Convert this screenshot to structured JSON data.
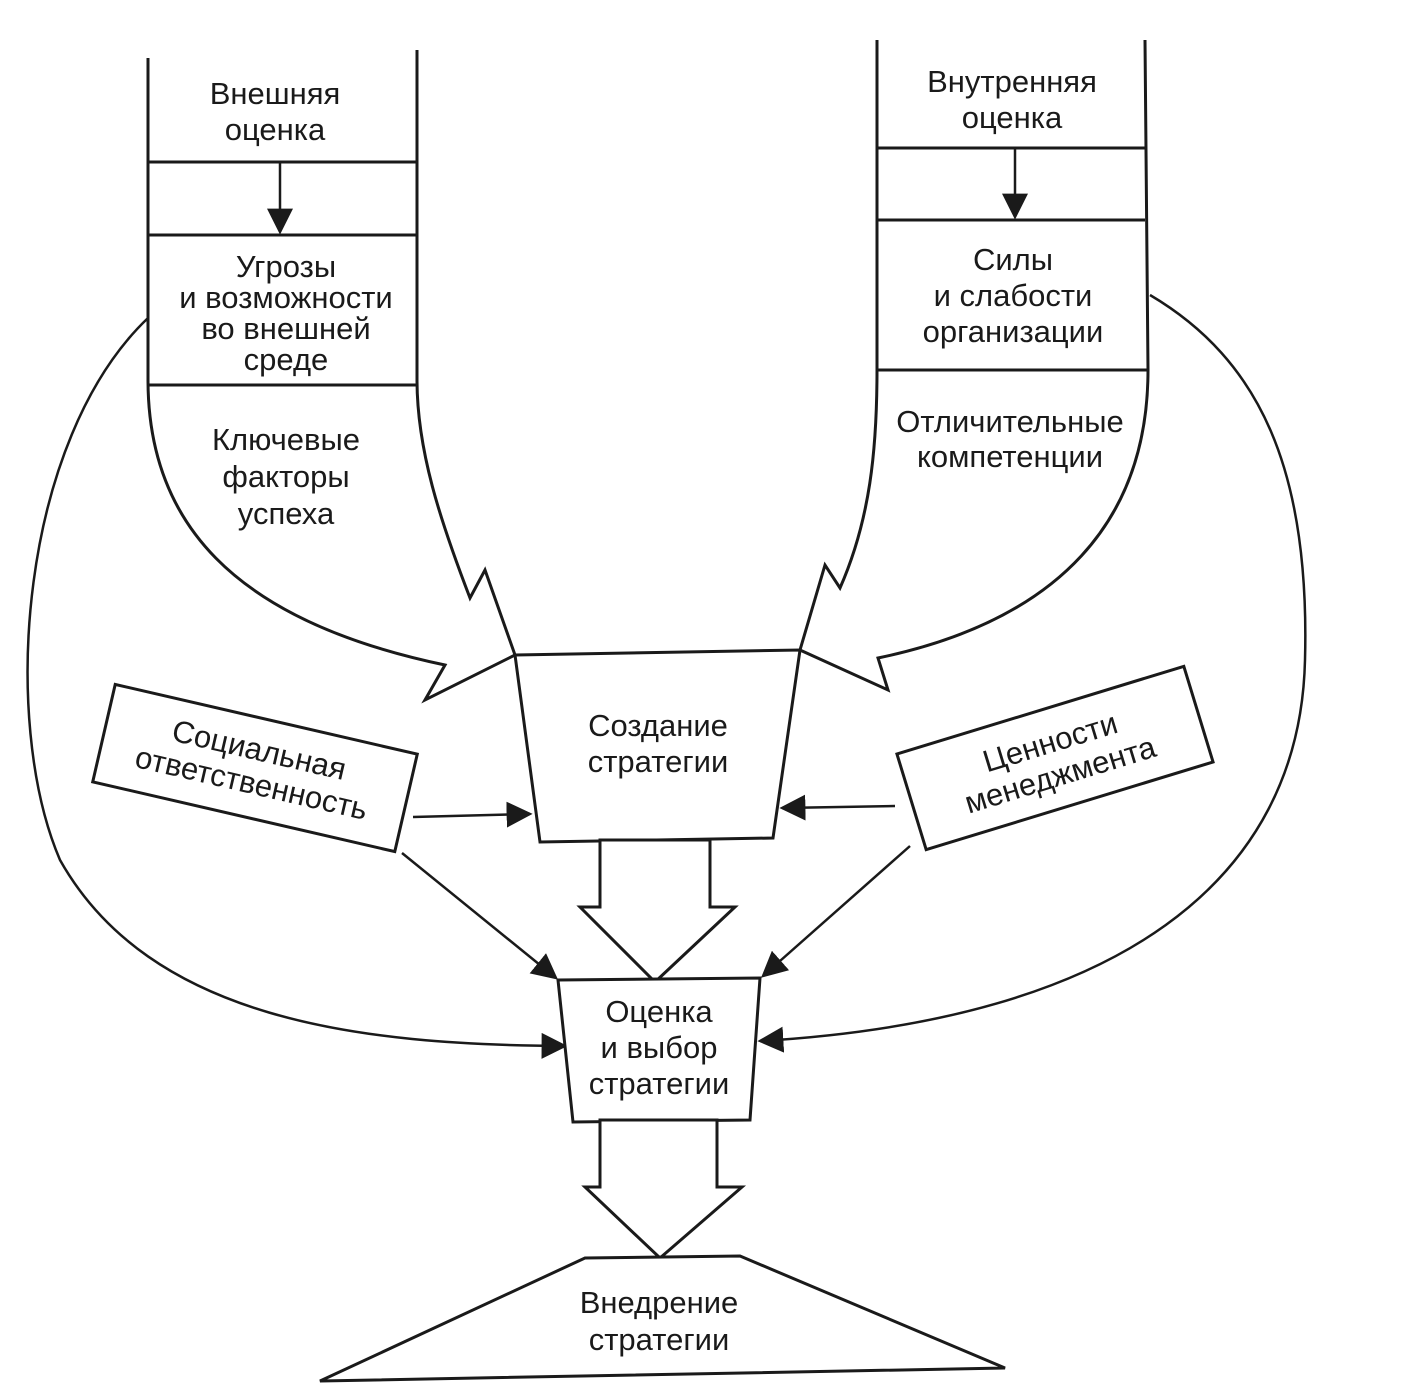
{
  "external": {
    "title_line1": "Внешняя",
    "title_line2": "оценка",
    "threats_line1": "Угрозы",
    "threats_line2": "и возможности",
    "threats_line3": "во внешней",
    "threats_line4": "среде",
    "ksf_line1": "Ключевые",
    "ksf_line2": "факторы",
    "ksf_line3": "успеха"
  },
  "internal": {
    "title_line1": "Внутренняя",
    "title_line2": "оценка",
    "strengths_line1": "Силы",
    "strengths_line2": "и слабости",
    "strengths_line3": "организации",
    "comp_line1": "Отличительные",
    "comp_line2": "компетенции"
  },
  "creation": {
    "line1": "Создание",
    "line2": "стратегии"
  },
  "social": {
    "line1": "Социальная",
    "line2": "ответственность"
  },
  "values": {
    "line1": "Ценности",
    "line2": "менеджмента"
  },
  "selection": {
    "line1": "Оценка",
    "line2": "и выбор",
    "line3": "стратегии"
  },
  "implementation": {
    "line1": "Внедрение",
    "line2": "стратегии"
  }
}
